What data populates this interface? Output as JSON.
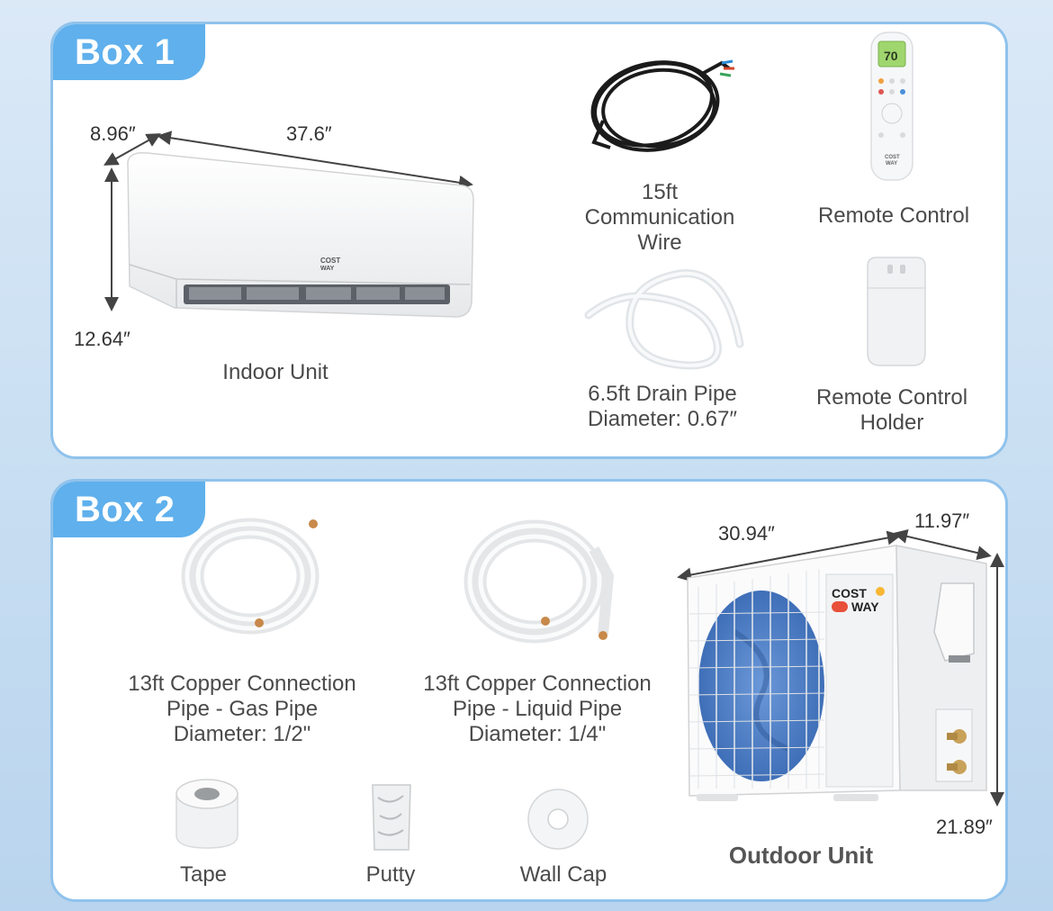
{
  "box1": {
    "tag": "Box 1",
    "indoor_unit": {
      "label": "Indoor Unit",
      "dim_depth": "8.96″",
      "dim_width": "37.6″",
      "dim_height": "12.64″",
      "brand_top": "COST",
      "brand_bottom": "WAY"
    },
    "wire": {
      "line1": "15ft",
      "line2": "Communication",
      "line3": "Wire"
    },
    "remote": {
      "label": "Remote Control",
      "display": "70"
    },
    "drain": {
      "line1": "6.5ft Drain Pipe",
      "line2": "Diameter: 0.67″"
    },
    "holder": {
      "line1": "Remote Control",
      "line2": "Holder"
    }
  },
  "box2": {
    "tag": "Box 2",
    "gas_pipe": {
      "line1": "13ft Copper Connection",
      "line2": "Pipe - Gas Pipe",
      "line3": "Diameter: 1/2\""
    },
    "liquid_pipe": {
      "line1": "13ft Copper Connection",
      "line2": "Pipe - Liquid Pipe",
      "line3": "Diameter: 1/4\""
    },
    "tape": {
      "label": "Tape"
    },
    "putty": {
      "label": "Putty"
    },
    "wall_cap": {
      "label": "Wall Cap"
    },
    "outdoor_unit": {
      "label": "Outdoor Unit",
      "dim_width": "30.94″",
      "dim_depth": "11.97″",
      "dim_height": "21.89″",
      "brand_top": "COST",
      "brand_bottom": "WAY"
    }
  },
  "colors": {
    "tag": "#5fb0ec",
    "border": "#8fc2ec",
    "fan_blue": "#4a7fc8",
    "brand_orange": "#f7b733",
    "brand_red": "#e8503a"
  }
}
